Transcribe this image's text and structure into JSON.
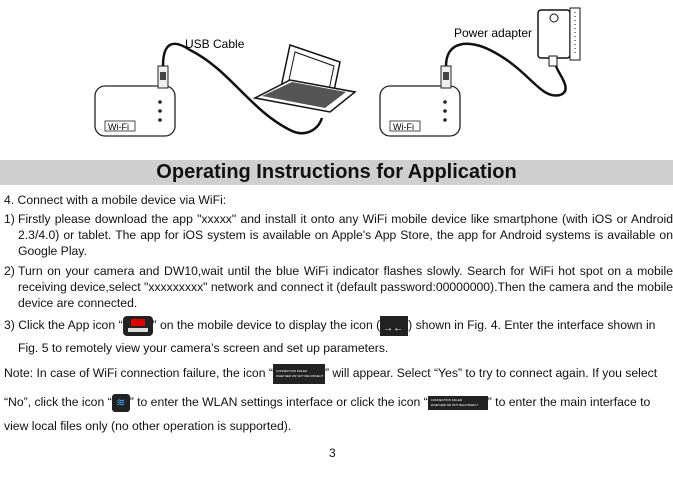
{
  "figure": {
    "usb_label": "USB Cable",
    "power_label": "Power adapter",
    "device_left_text": "Wi-Fi",
    "device_right_text": "Wi-Fi"
  },
  "section_title": "Operating Instructions for Application",
  "steps": {
    "s4": "4.  Connect with a mobile device via WiFi:",
    "s1_num": "1)",
    "s1_text": "Firstly please download the app \"xxxxx\" and install it onto any WiFi mobile device like smartphone (with iOS or Android 2.3/4.0) or tablet. The app for iOS system is available on Apple's App Store, the app for Android systems is available on Google Play.",
    "s2_num": "2)",
    "s2_text": "Turn on your camera and DW10,wait until the blue WiFi indicator flashes slowly. Search for WiFi hot spot on a mobile receiving device,select \"xxxxxxxxx\" network and connect it (default password:00000000).Then the camera and the mobile device are connected.",
    "s3_a": "3) Click the App icon “",
    "s3_b": "” on the mobile device to display the icon (",
    "s3_c": ") shown in Fig. 4. Enter the interface shown in",
    "s3_d": "Fig. 5 to remotely view your camera’s screen and  set up parameters."
  },
  "note": {
    "a": "Note: In case of WiFi connection failure, the icon “",
    "b": "” will appear. Select “Yes” to try to connect again. If you select",
    "c": "“No”, click the icon “",
    "d": "” to enter the WLAN settings interface or click the icon “",
    "e": "” to enter the main interface to",
    "f": "view local files only (no other operation is supported)."
  },
  "icons": {
    "failure_icon_line1": "CONNECTION FAILED",
    "failure_icon_line2": "WHETHER OR NOT RECONNECT"
  },
  "page_number": "3"
}
